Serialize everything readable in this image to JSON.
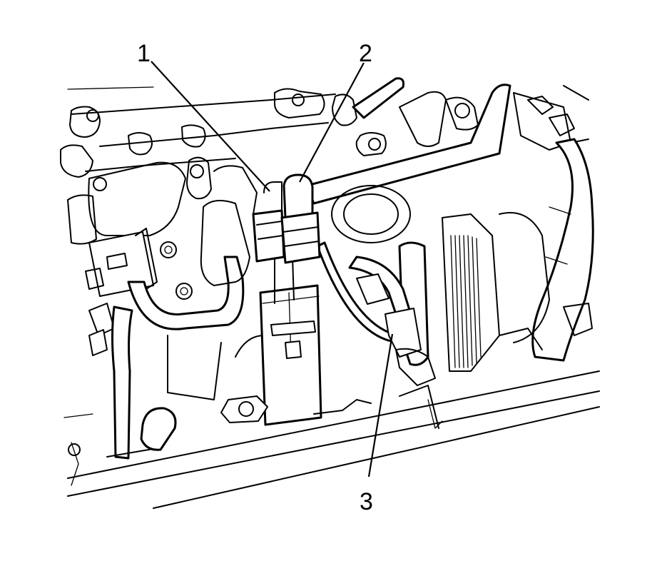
{
  "callouts": [
    {
      "number": "1"
    },
    {
      "number": "2"
    },
    {
      "number": "3"
    }
  ],
  "colors": {
    "line": "#000000",
    "background": "#ffffff"
  }
}
